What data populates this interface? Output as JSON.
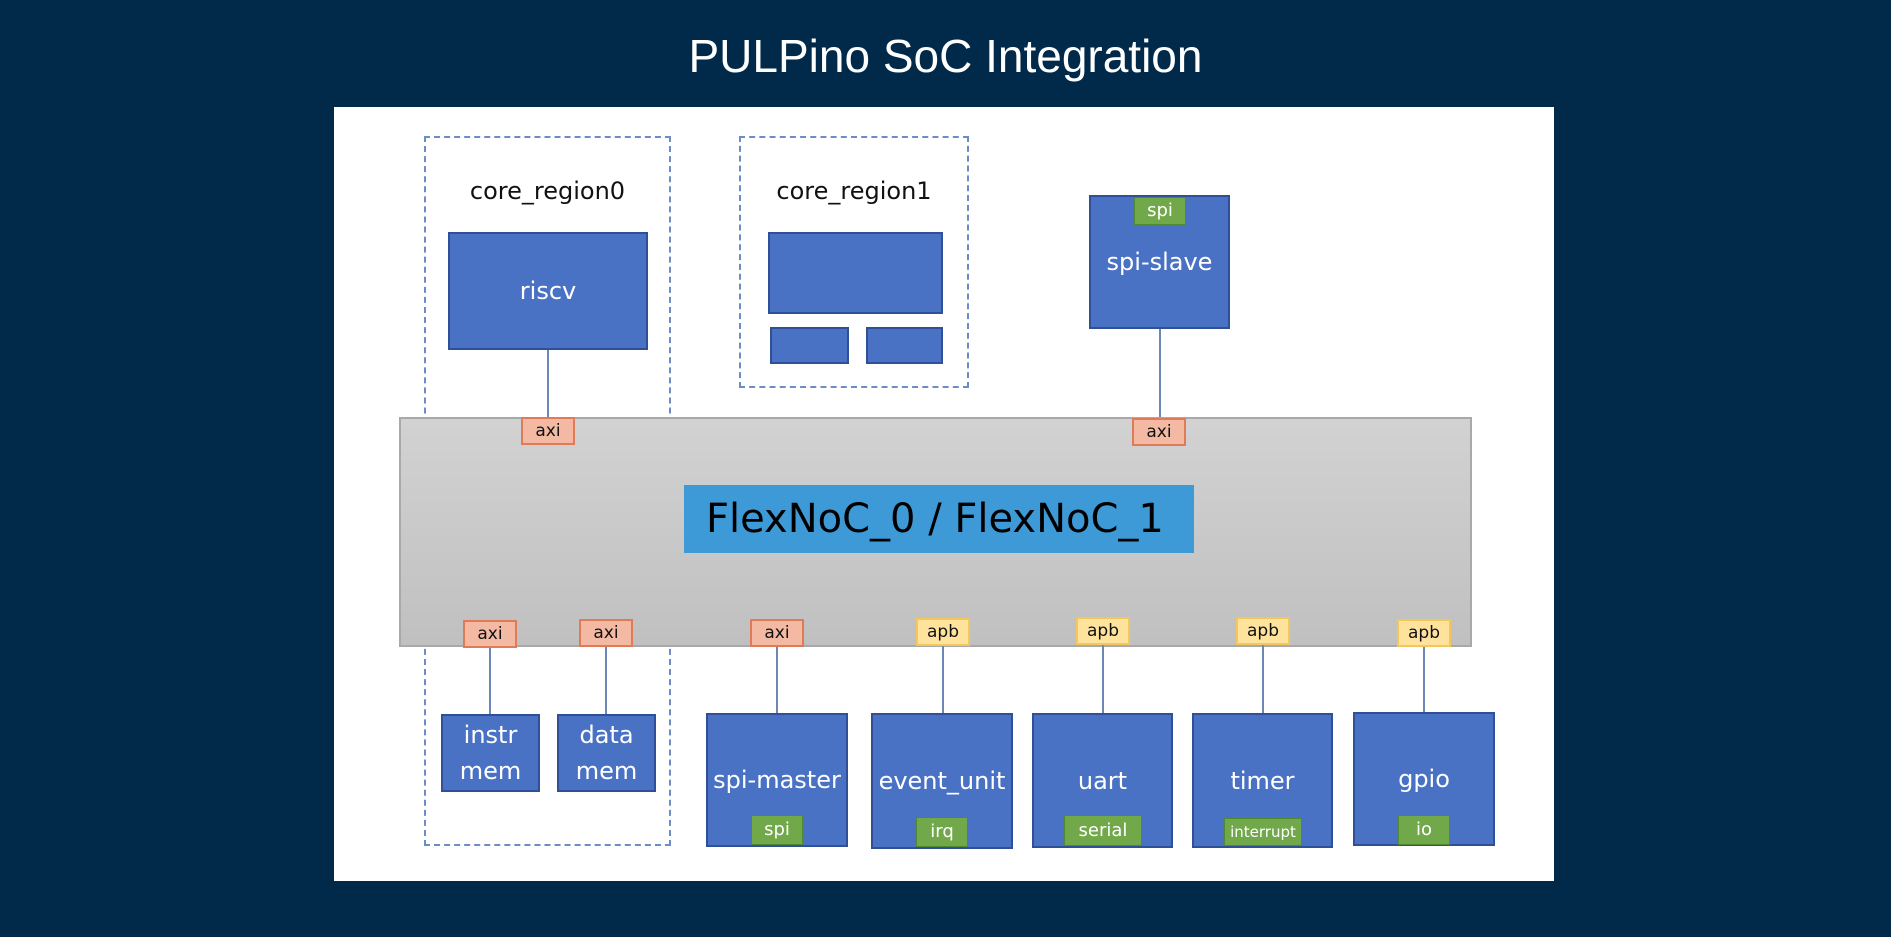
{
  "title": "PULPino SoC Integration",
  "core_region0": {
    "label": "core_region0",
    "riscv": "riscv",
    "port": "axi"
  },
  "core_region1": {
    "label": "core_region1"
  },
  "spi_slave": {
    "label": "spi-slave",
    "tag": "spi",
    "port": "axi"
  },
  "noc": {
    "label": "FlexNoC_0 / FlexNoC_1"
  },
  "instr_mem": {
    "label": "instr\nmem",
    "port": "axi"
  },
  "data_mem": {
    "label": "data\nmem",
    "port": "axi"
  },
  "spi_master": {
    "label": "spi-master",
    "tag": "spi",
    "port": "axi"
  },
  "event_unit": {
    "label": "event_unit",
    "tag": "irq",
    "port": "apb"
  },
  "uart": {
    "label": "uart",
    "tag": "serial",
    "port": "apb"
  },
  "timer": {
    "label": "timer",
    "tag": "interrupt",
    "port": "apb"
  },
  "gpio": {
    "label": "gpio",
    "tag": "io",
    "port": "apb"
  },
  "colors": {
    "background": "#012a4a",
    "block": "#4a72c4",
    "noc": "#c8c8c8",
    "noc_title": "#3d9ad6",
    "axi_port": "#f4b9a2",
    "apb_port": "#ffe39c",
    "signal_tag": "#70a84a"
  }
}
